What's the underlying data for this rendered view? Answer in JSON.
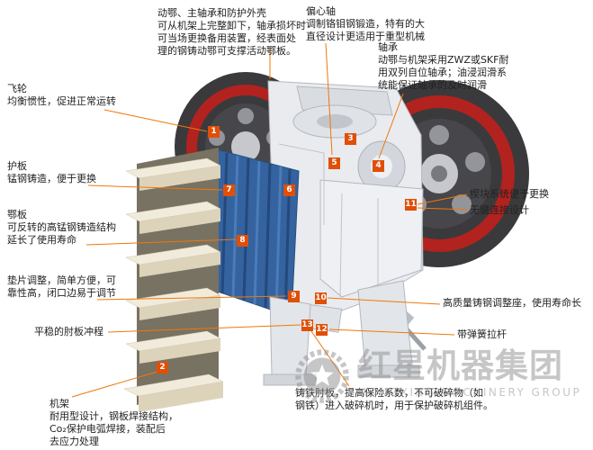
{
  "annotations": {
    "movable_jaw": {
      "lines": [
        "动鄂、主轴承和防护外壳",
        "可从机架上完整卸下，轴承损坏时",
        "可当场更换备用装置，经表面处",
        "理的钢铸动鄂可支撑活动鄂板。"
      ]
    },
    "eccentric_shaft": {
      "lines": [
        "偏心轴",
        "调制铬钼钢锻造，特有的大",
        "直径设计更适用于重型机械"
      ]
    },
    "bearing": {
      "lines": [
        "轴承",
        "动鄂与机架采用ZWZ或SKF耐",
        "用双列自位轴承；油浸润滑系",
        "统能保证轴承的及时润滑"
      ]
    },
    "flywheel": {
      "lines": [
        "飞轮",
        "均衡惯性，促进正常运转"
      ]
    },
    "guard_plate": {
      "lines": [
        "护板",
        "锰钢铸造，便于更换"
      ]
    },
    "jaw_plate": {
      "lines": [
        "鄂板",
        "可反转的高锰钢铸造结构",
        "延长了使用寿命"
      ]
    },
    "shim_adjustment": {
      "lines": [
        "垫片调整，简单方便，可",
        "靠性高，闭口边易于调节"
      ]
    },
    "toggle_stroke": {
      "lines": [
        "平稳的肘板冲程"
      ]
    },
    "frame": {
      "lines": [
        "机架",
        "耐用型设计，钢板焊接结构，",
        "Co₂保护电弧焊接，装配后",
        "去应力处理"
      ]
    },
    "wedge_system": {
      "lines": [
        "楔块系统便于更换"
      ]
    },
    "keyless_connection": {
      "lines": [
        "无键连接设计"
      ]
    },
    "adjustment_seat": {
      "lines": [
        "高质量铸钢调整座，使用寿命长"
      ]
    },
    "spring_rod": {
      "lines": [
        "带弹簧拉杆"
      ]
    },
    "toggle_plate": {
      "lines": [
        "铸铁肘板，提高保险系数，不可破碎物（如",
        "钢铁）进入破碎机时，用于保护破碎机组件。"
      ]
    }
  },
  "callout_numbers": [
    "1",
    "2",
    "3",
    "4",
    "5",
    "6",
    "7",
    "8",
    "9",
    "10",
    "11",
    "12",
    "13"
  ],
  "watermark": {
    "cn": "红星机器集团",
    "en": "HONGXING MACHINERY GROUP"
  },
  "colors": {
    "callout_bg": "#e04f08",
    "leader_line": "#f0780a",
    "flywheel_red": "#b2221f",
    "jaw_blue": "#34639f",
    "text": "#222222"
  }
}
